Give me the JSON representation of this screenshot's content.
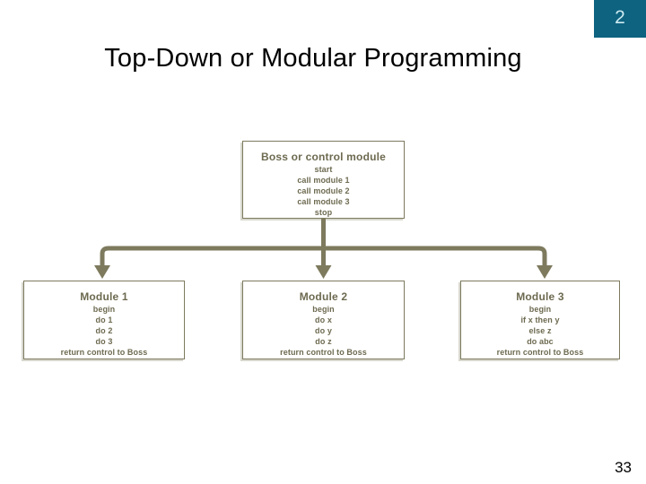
{
  "slide": {
    "number_chip": "2",
    "title": "Top-Down or Modular Programming",
    "page_number": "33",
    "colors": {
      "chip_background": "#0d6380",
      "chip_text": "#cfeaf0",
      "title_text": "#000000",
      "box_border": "#7d7a5e",
      "box_fill": "#ffffff",
      "box_text": "#6d6a50",
      "connector": "#7d7a5e",
      "page_number_text": "#000000",
      "slide_background": "#ffffff"
    }
  },
  "diagram": {
    "type": "hierarchy-flowchart",
    "boss": {
      "title": "Boss or control module",
      "lines": [
        "start",
        "call module 1",
        "call module 2",
        "call module 3",
        "stop"
      ]
    },
    "modules": [
      {
        "title": "Module 1",
        "lines": [
          "begin",
          "do 1",
          "do 2",
          "do 3",
          "return control to Boss"
        ]
      },
      {
        "title": "Module 2",
        "lines": [
          "begin",
          "do x",
          "do y",
          "do z",
          "return control to Boss"
        ]
      },
      {
        "title": "Module 3",
        "lines": [
          "begin",
          "if x then y",
          "else z",
          "do abc",
          "return control to Boss"
        ]
      }
    ]
  }
}
